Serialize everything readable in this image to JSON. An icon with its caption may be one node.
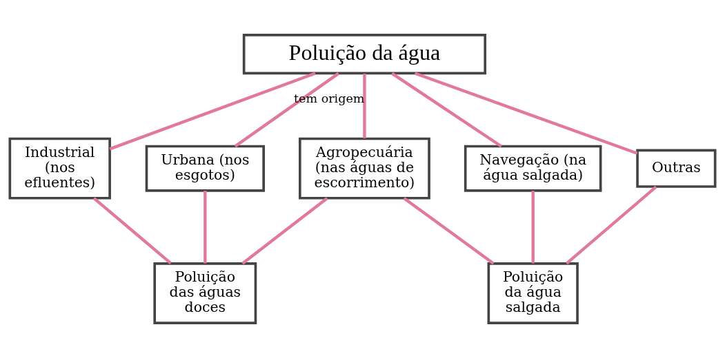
{
  "diagram": {
    "nodes": [
      {
        "text": [
          "Poluição da água"
        ]
      },
      {
        "text": [
          "Industrial (nos efluentes)"
        ]
      },
      {
        "text": [
          "Urbana (nos esgotos)"
        ]
      },
      {
        "text": [
          "Agropecuária (nas águas de escorrimento)"
        ]
      },
      {
        "text": [
          "Navegação (na água salgada)"
        ]
      },
      {
        "text": [
          "Outras"
        ]
      },
      {
        "text": [
          "Poluição das águas doces"
        ]
      },
      {
        "text": [
          "Poluição da água salgada"
        ]
      }
    ],
    "edges": [
      {
        "from": 0,
        "to": 1,
        "arrow": "none",
        "color": "#e0799a"
      },
      {
        "from": 0,
        "to": 2,
        "arrow": "none",
        "color": "#e0799a"
      },
      {
        "from": 0,
        "to": 3,
        "arrow": "none",
        "color": "#e0799a",
        "label": "tem origem"
      },
      {
        "from": 0,
        "to": 4,
        "arrow": "none",
        "color": "#e0799a"
      },
      {
        "from": 0,
        "to": 5,
        "arrow": "none",
        "color": "#e0799a"
      },
      {
        "from": 1,
        "to": 6,
        "arrow": "none",
        "color": "#e0799a"
      },
      {
        "from": 2,
        "to": 6,
        "arrow": "none",
        "color": "#e0799a"
      },
      {
        "from": 3,
        "to": 6,
        "arrow": "none",
        "color": "#e0799a"
      },
      {
        "from": 3,
        "to": 7,
        "arrow": "none",
        "color": "#e0799a"
      },
      {
        "from": 4,
        "to": 7,
        "arrow": "none",
        "color": "#e0799a"
      },
      {
        "from": 5,
        "to": 7,
        "arrow": "none",
        "color": "#e0799a"
      }
    ]
  }
}
